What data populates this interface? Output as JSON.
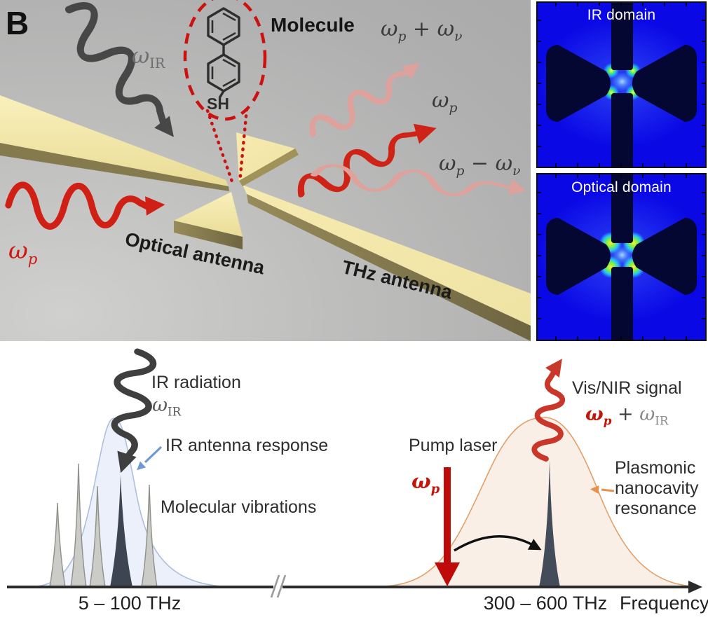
{
  "panel_b": {
    "panel_label": "B",
    "ir_label": {
      "omega": "ω",
      "sub": "IR"
    },
    "pump_label": {
      "omega": "ω",
      "sub": "p"
    },
    "molecule": {
      "title": "Molecule",
      "thiol": "SH"
    },
    "outputs": {
      "sum": {
        "o1": "ω",
        "s1": "p",
        "op": "+",
        "o2": "ω",
        "s2": "ν"
      },
      "pump": {
        "o1": "ω",
        "s1": "p"
      },
      "diff": {
        "o1": "ω",
        "s1": "p",
        "op": "−",
        "o2": "ω",
        "s2": "ν"
      }
    },
    "optical_antenna_label": "Optical antenna",
    "thz_antenna_label": "THz antenna"
  },
  "field_maps": {
    "ir_title": "IR domain",
    "optical_title": "Optical domain"
  },
  "spectrum": {
    "ir_radiation_label": "IR radiation",
    "ir_omega": {
      "omega": "ω",
      "sub": "IR"
    },
    "ir_antenna_response_label": "IR antenna response",
    "molecular_vibrations_label": "Molecular vibrations",
    "pump_laser_label": "Pump laser",
    "pump_omega": {
      "omega": "ω",
      "sub": "p"
    },
    "vis_nir_label": "Vis/NIR signal",
    "signal_omega": {
      "o1": "ω",
      "s1": "p",
      "op": "+",
      "o2": "ω",
      "s2": "IR"
    },
    "plasmonic_lines": [
      "Plasmonic",
      "nanocavity",
      "resonance"
    ],
    "axis": {
      "left_range": "5 – 100 THz",
      "right_range": "300 – 600 THz",
      "label": "Frequency"
    }
  },
  "colors": {
    "gold": "#f2e5a8",
    "red": "#cf1f14",
    "pink": "#e0a49e",
    "field_bg": "#0a09e6",
    "field_shape": "#030732",
    "ir_curve": "#e9eef9",
    "plasmonic_curve": "#faeee5",
    "dark_peak": "#424b57"
  }
}
